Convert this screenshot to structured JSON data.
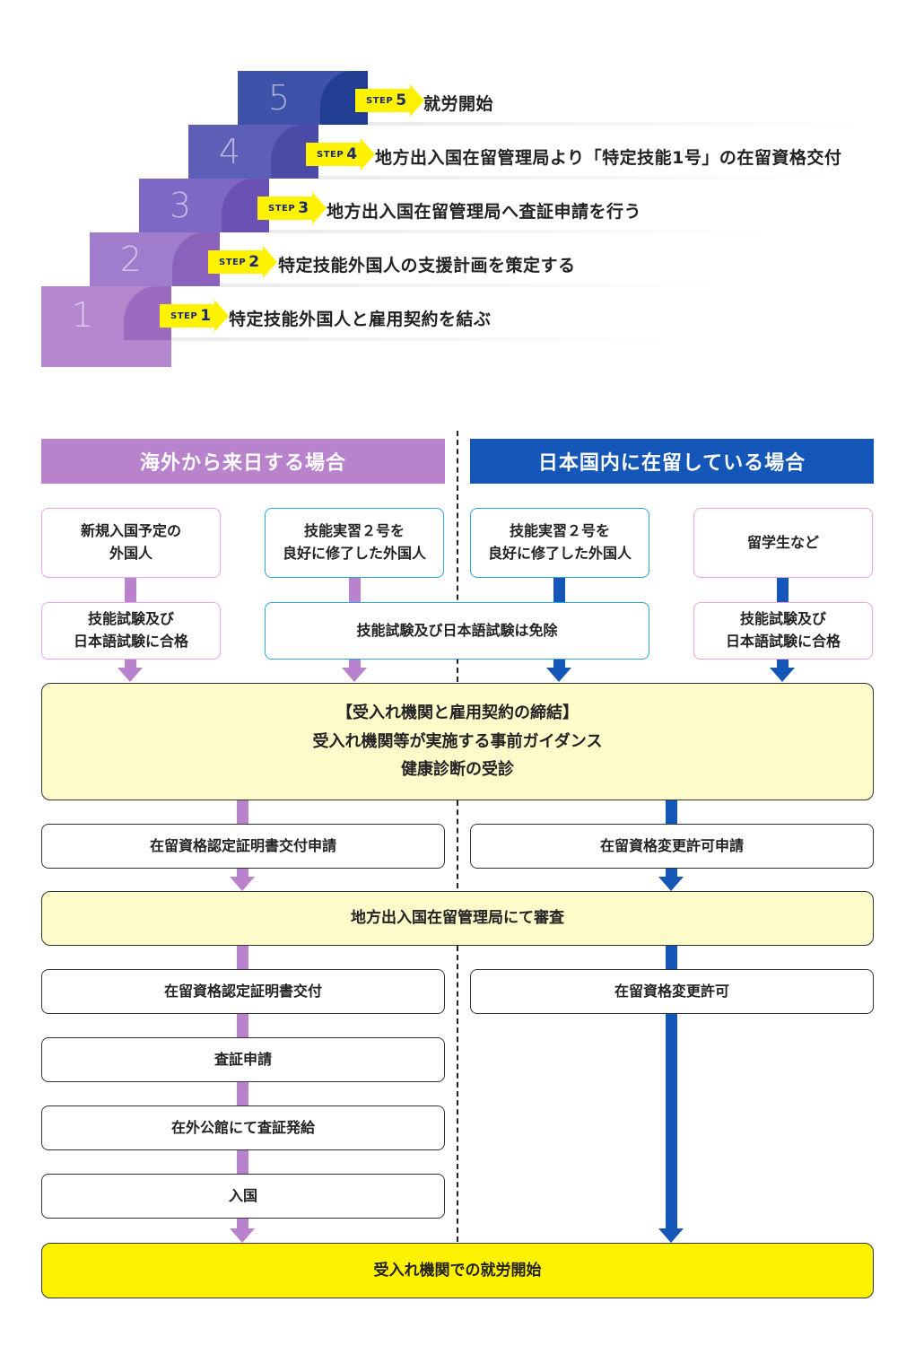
{
  "steps": [
    {
      "step_word": "STEP",
      "number": "1",
      "text": "特定技能外国人と雇用契約を結ぶ",
      "color": "#b487cf",
      "curl": "#9b6bbf"
    },
    {
      "step_word": "STEP",
      "number": "2",
      "text": "特定技能外国人の支援計画を策定する",
      "color": "#a07ccc",
      "curl": "#8a62bb"
    },
    {
      "step_word": "STEP",
      "number": "3",
      "text": "地方出入国在留管理局へ査証申請を行う",
      "color": "#7d68c4",
      "curl": "#6a52b5"
    },
    {
      "step_word": "STEP",
      "number": "4",
      "text": "地方出入国在留管理局より「特定技能1号」の在留資格交付",
      "color": "#5d5eb6",
      "curl": "#4b4aa6"
    },
    {
      "step_word": "STEP",
      "number": "5",
      "text": "就労開始",
      "color": "#3d52a8",
      "curl": "#223e92"
    }
  ],
  "flow": {
    "header_left": "海外から来日する場合",
    "header_right": "日本国内に在留している場合",
    "colors": {
      "left": "#b882cd",
      "right": "#1457b8",
      "cream": "#fefbcb",
      "yellow": "#fff200"
    },
    "col1_top": "新規入国予定の\n外国人",
    "col2_top": "技能実習２号を\n良好に修了した外国人",
    "col3_top": "技能実習２号を\n良好に修了した外国人",
    "col4_top": "留学生など",
    "col1_exam": "技能試験及び\n日本語試験に合格",
    "exempt": "技能試験及び日本語試験は免除",
    "col4_exam": "技能試験及び\n日本語試験に合格",
    "contract_lines": [
      "【受入れ機関と雇用契約の締結】",
      "受入れ機関等が実施する事前ガイダンス",
      "健康診断の受診"
    ],
    "left_apply": "在留資格認定証明書交付申請",
    "right_apply": "在留資格変更許可申請",
    "review": "地方出入国在留管理局にて審査",
    "left_issue": "在留資格認定証明書交付",
    "right_permit": "在留資格変更許可",
    "visa_apply": "査証申請",
    "visa_issue": "在外公館にて査証発給",
    "entry": "入国",
    "start_work": "受入れ機関での就労開始"
  }
}
